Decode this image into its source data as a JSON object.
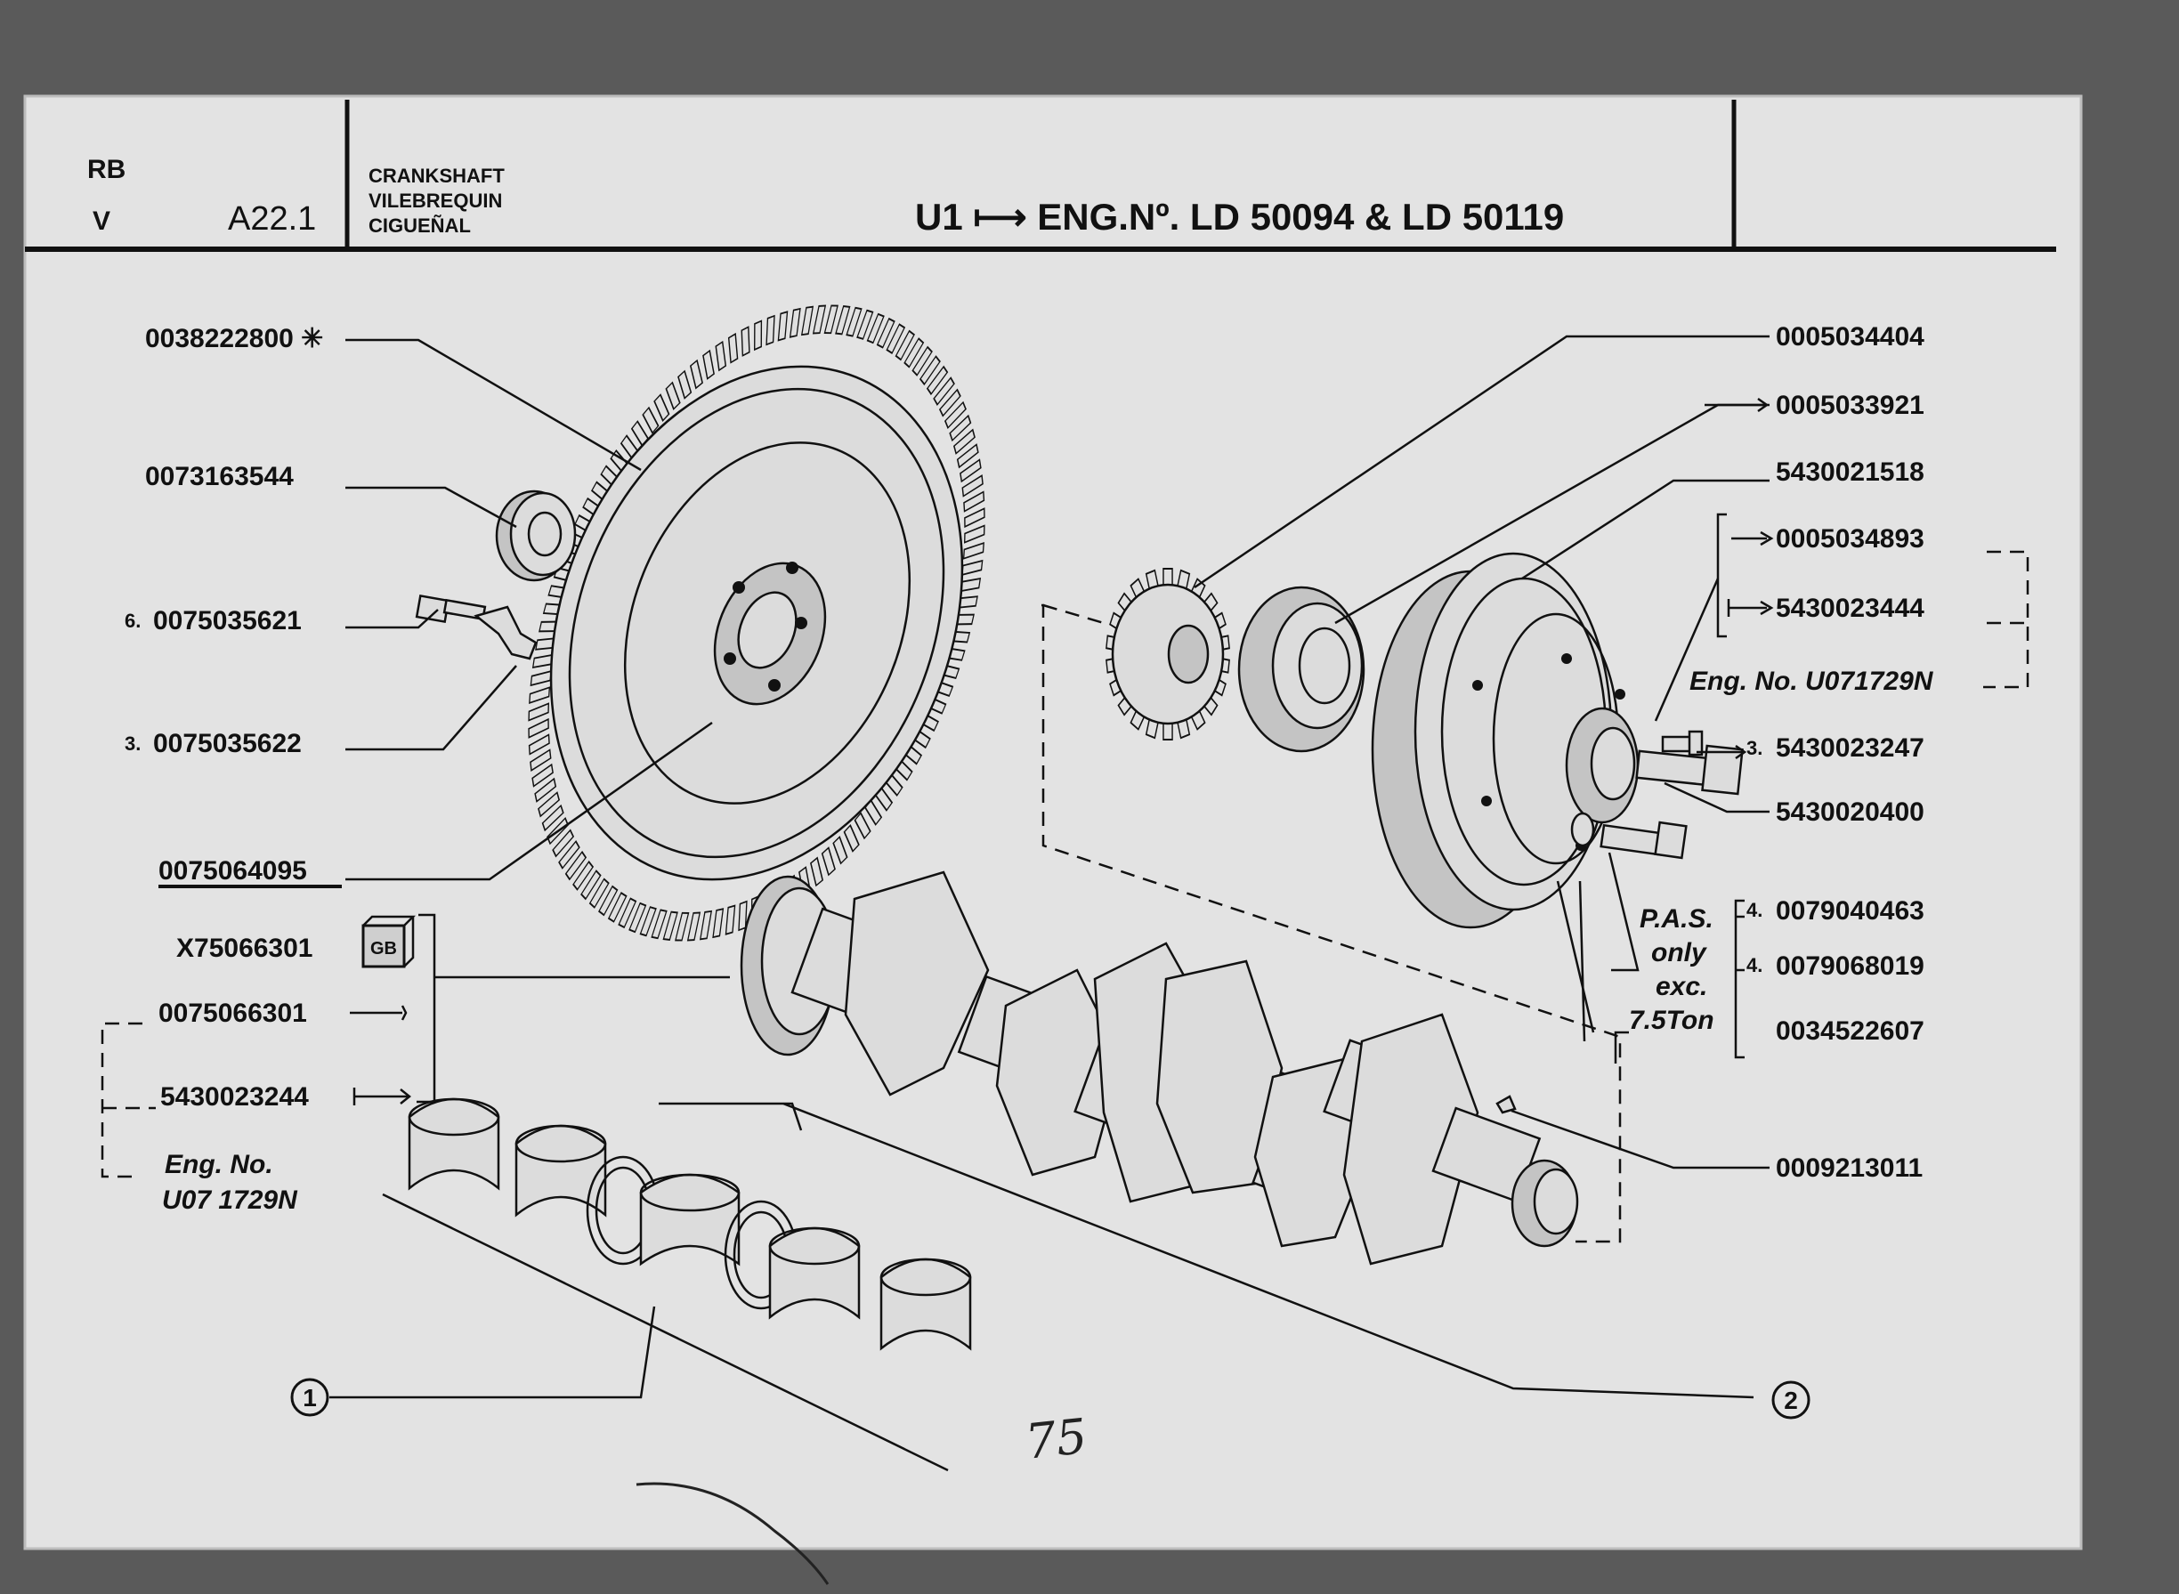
{
  "header": {
    "series_a": "RB",
    "series_b": "V",
    "section_code": "A22.1",
    "name_en": "CRANKSHAFT",
    "name_fr": "VILEBREQUIN",
    "name_es": "CIGUEÑAL",
    "title": "U1 ⟼ ENG.Nº. LD 50094 & LD 50119"
  },
  "left_labels": [
    {
      "qty": "",
      "code": "0038222800 ✳"
    },
    {
      "qty": "",
      "code": "0073163544"
    },
    {
      "qty": "6.",
      "code": "0075035621"
    },
    {
      "qty": "3.",
      "code": "0075035622"
    },
    {
      "qty": "",
      "code": "0075064095"
    },
    {
      "qty": "",
      "code": "X75066301"
    },
    {
      "qty": "",
      "code": "0075066301"
    },
    {
      "qty": "",
      "code": "5430023244"
    }
  ],
  "gb_badge": "GB",
  "left_note": {
    "line1": "Eng.  No.",
    "line2": "U07 1729N"
  },
  "right_labels": [
    {
      "qty": "",
      "code": "0005034404"
    },
    {
      "qty": "",
      "code": "0005033921"
    },
    {
      "qty": "",
      "code": "5430021518"
    },
    {
      "qty": "",
      "code": "0005034893"
    },
    {
      "qty": "",
      "code": "5430023444"
    },
    {
      "qty": "3.",
      "code": "5430023247"
    },
    {
      "qty": "",
      "code": "5430020400"
    },
    {
      "qty": "4.",
      "code": "0079040463"
    },
    {
      "qty": "4.",
      "code": "0079068019"
    },
    {
      "qty": "",
      "code": "0034522607"
    },
    {
      "qty": "",
      "code": "0009213011"
    }
  ],
  "right_note": "Eng. No. U071729N",
  "pas_note": {
    "line1": "P.A.S.",
    "line2": "only",
    "line3": "exc.",
    "line4": "7.5Ton"
  },
  "callouts": [
    "1",
    "2"
  ],
  "handwritten": "75"
}
